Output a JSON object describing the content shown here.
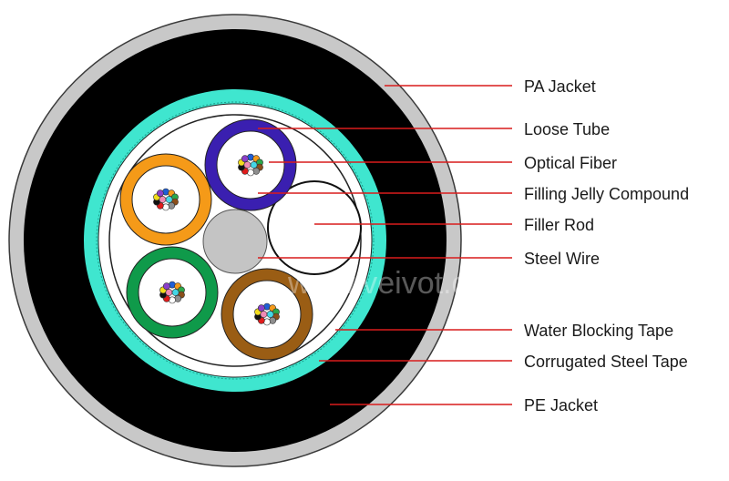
{
  "labels": {
    "pa_jacket": "PA Jacket",
    "loose_tube": "Loose Tube",
    "optical_fiber": "Optical Fiber",
    "filling_jelly": "Filling Jelly Compound",
    "filler_rod": "Filler Rod",
    "steel_wire": "Steel Wire",
    "water_blocking_tape": "Water Blocking Tape",
    "corrugated_steel_tape": "Corrugated Steel Tape",
    "pe_jacket": "PE Jacket"
  },
  "watermark": "www.veivot.com",
  "colors": {
    "pa_jacket": "#c8c8c8",
    "pe_jacket": "#000000",
    "corrugated_steel_tape": "#3fe6cf",
    "leader_line": "#d91c1c",
    "tube_blue": "#3a1fb0",
    "tube_orange": "#f59a18",
    "tube_green": "#0f9a4a",
    "tube_brown": "#9a5d14",
    "steel_wire": "#c4c4c4"
  },
  "fiber_colors": [
    "#1f5fd6",
    "#f39a1a",
    "#2aa84a",
    "#8a4f1a",
    "#8e8e8e",
    "#ffffff",
    "#e01b1b",
    "#111111",
    "#f2dc1c",
    "#8a3fc9",
    "#f08ab4",
    "#44d6e6"
  ]
}
